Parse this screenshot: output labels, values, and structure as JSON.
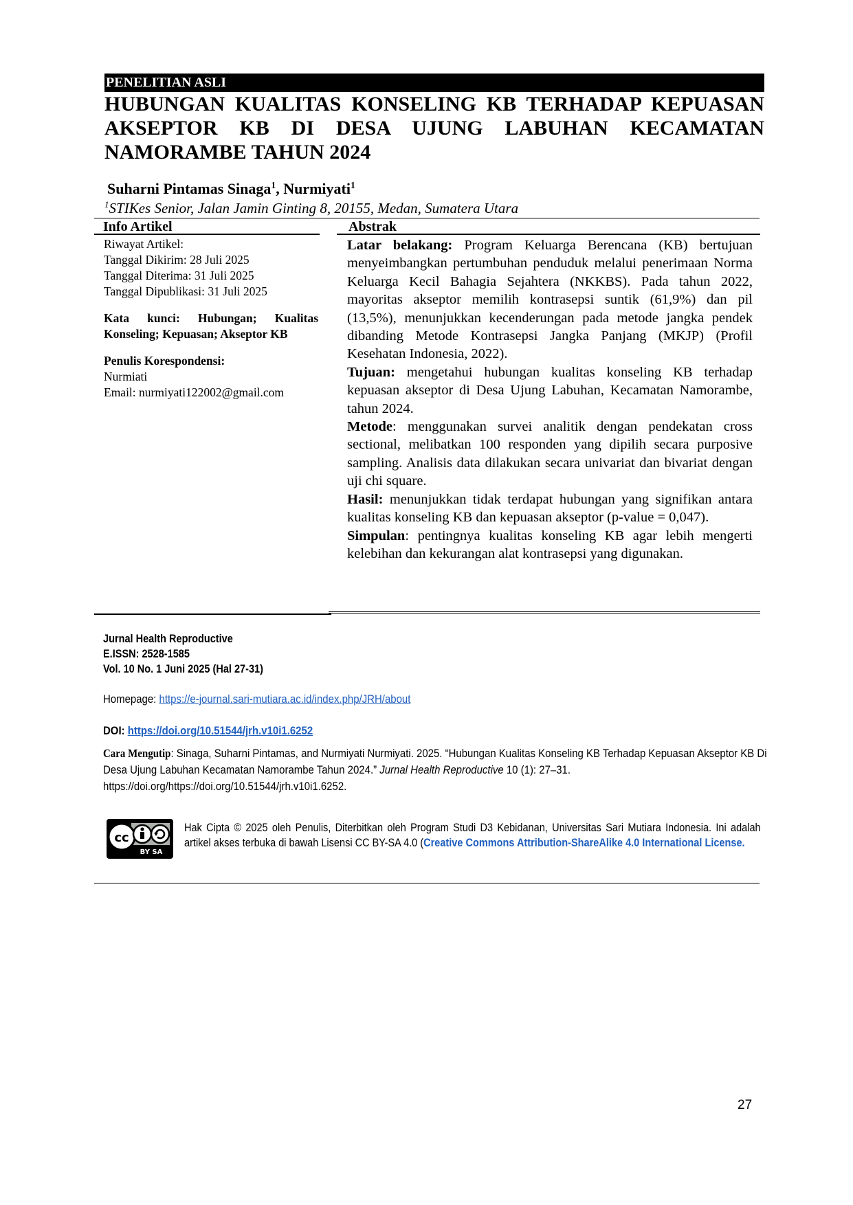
{
  "section_label": "PENELITIAN ASLI",
  "title_lines": [
    "HUBUNGAN KUALITAS KONSELING KB TERHADAP KEPUASAN",
    "AKSEPTOR KB DI DESA UJUNG LABUHAN KECAMATAN",
    "NAMORAMBE TAHUN 2024"
  ],
  "authors": {
    "author1": "Suharni Pintamas Sinaga",
    "author1_sup": "1",
    "separator": ", ",
    "author2": "Nurmiyati",
    "author2_sup": "1"
  },
  "affiliation": {
    "sup": "1",
    "text": "STIKes  Senior, Jalan Jamin Ginting 8, 20155, Medan, Sumatera Utara"
  },
  "info": {
    "heading": "Info Artikel",
    "history_label": "Riwayat Artikel:",
    "submitted": "Tanggal Dikirim: 28 Juli 2025",
    "accepted": "Tanggal Diterima: 31 Juli 2025",
    "published": "Tanggal Dipublikasi: 31 Juli 2025",
    "keywords": "Kata kunci: Hubungan; Kualitas Konseling; Kepuasan; Akseptor KB",
    "corresponding_label": "Penulis Korespondensi:",
    "corresponding_name": "Nurmiati",
    "email": "Email: nurmiyati122002@gmail.com"
  },
  "abstract": {
    "heading": "Abstrak",
    "background_label": "Latar belakang:",
    "background": " Program Keluarga Berencana (KB) bertujuan menyeimbangkan pertumbuhan penduduk melalui penerimaan Norma Keluarga Kecil Bahagia Sejahtera (NKKBS). Pada tahun 2022, mayoritas akseptor memilih kontrasepsi suntik (61,9%) dan pil (13,5%), menunjukkan kecenderungan pada metode jangka pendek dibanding Metode Kontrasepsi Jangka Panjang (MKJP) (Profil Kesehatan Indonesia, 2022).",
    "aim_label": "Tujuan:",
    "aim": " mengetahui hubungan kualitas konseling KB terhadap kepuasan akseptor di Desa Ujung Labuhan, Kecamatan Namorambe, tahun 2024.",
    "method_label": "Metode",
    "method": ": menggunakan survei analitik dengan pendekatan cross sectional, melibatkan 100 responden yang dipilih secara purposive sampling. Analisis data dilakukan secara univariat dan bivariat dengan uji chi square.",
    "result_label": "Hasil:",
    "result": " menunjukkan tidak terdapat hubungan yang signifikan antara kualitas konseling KB dan kepuasan akseptor (p-value = 0,047).",
    "conclusion_label": "Simpulan",
    "conclusion": ": pentingnya kualitas konseling KB agar lebih mengerti kelebihan dan kekurangan alat kontrasepsi yang digunakan."
  },
  "journal": {
    "name": "Jurnal  Health Reproductive",
    "eissn": "E.ISSN: 2528-1585",
    "volume": "Vol. 10 No. 1 Juni 2025 (Hal 27-31)",
    "homepage_label": "Homepage: ",
    "homepage_url": "https://e-journal.sari-mutiara.ac.id/index.php/JRH/about",
    "doi_label": "DOI: ",
    "doi_url": "https://doi.org/10.51544/jrh.v10i1.6252"
  },
  "citation": {
    "label": "Cara Mengutip",
    "text_a": ": Sinaga, Suharni Pintamas, and Nurmiyati Nurmiyati. 2025. “Hubungan Kualitas Konseling KB Terhadap Kepuasan Akseptor KB Di Desa Ujung Labuhan Kecamatan Namorambe Tahun 2024.” ",
    "journal_italic": "Jurnal Health Reproductive",
    "text_b": " 10 (1): 27–31. https://doi.org/https://doi.org/10.51544/jrh.v10i1.6252."
  },
  "license": {
    "badge_text": "BY SA",
    "text": "Hak Cipta © 2025 oleh Penulis, Diterbitkan oleh Program Studi D3 Kebidanan, Universitas Sari Mutiara Indonesia. Ini adalah artikel akses terbuka di bawah Lisensi CC BY-SA 4.0 (",
    "link_text": "Creative Commons Attribution-ShareAlike 4.0 International License."
  },
  "page_number": "27",
  "colors": {
    "link": "#1f5fbf",
    "bar": "#000000"
  }
}
